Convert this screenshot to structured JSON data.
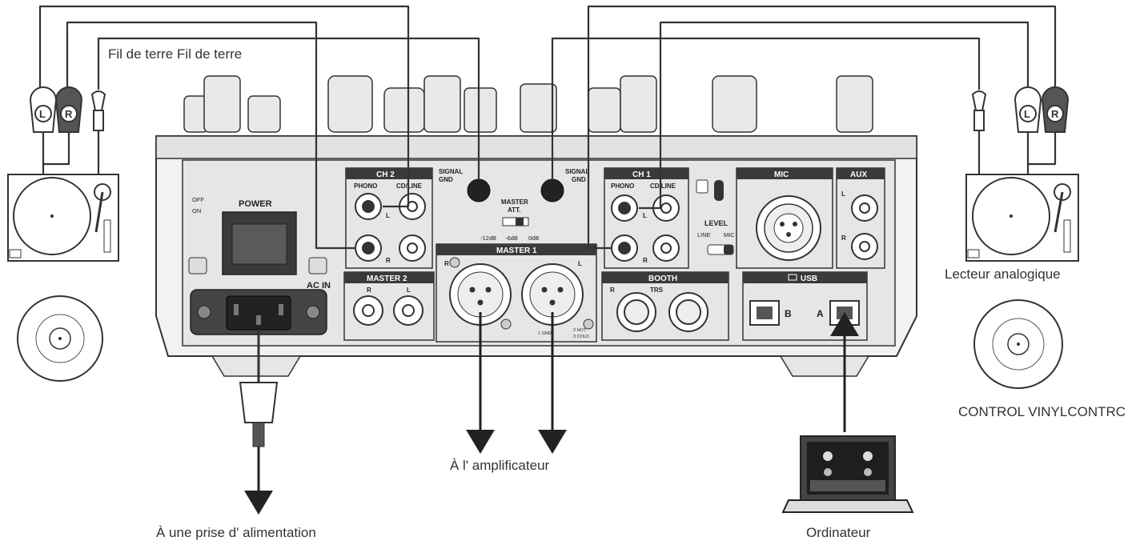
{
  "captions": {
    "ground_wire": "Fil de terre Fil de terre",
    "analog_player": "Lecteur analogique",
    "control_vinyl": "CONTROL VINYLCONTRC",
    "amplifier": "À l' amplificateur",
    "power_outlet": "À une prise d' alimentation",
    "computer": "Ordinateur"
  },
  "mixer": {
    "power_switch": {
      "off": "OFF",
      "on": "ON",
      "label": "POWER"
    },
    "ac_in": "AC IN",
    "ch2": {
      "title": "CH 2",
      "phono": "PHONO",
      "cd_line": "CD/LINE",
      "l": "L",
      "r": "R"
    },
    "ch1": {
      "title": "CH 1",
      "phono": "PHONO",
      "cd_line": "CD/LINE",
      "l": "L",
      "r": "R"
    },
    "signal_gnd_left": {
      "line1": "SIGNAL",
      "line2": "GND"
    },
    "signal_gnd_right": {
      "line1": "SIGNAL",
      "line2": "GND"
    },
    "master_att": {
      "line1": "MASTER",
      "line2": "ATT.",
      "levels": [
        "-12dB",
        "-6dB",
        "0dB"
      ]
    },
    "master1": {
      "title": "MASTER 1",
      "r": "R",
      "l": "L",
      "pins": [
        "1 GND",
        "2 HOT",
        "3 COLD"
      ]
    },
    "master2": {
      "title": "MASTER 2",
      "r": "R",
      "l": "L"
    },
    "booth": {
      "title": "BOOTH",
      "r": "R",
      "trs": "TRS"
    },
    "mic": {
      "title": "MIC",
      "level": "LEVEL",
      "line": "LINE",
      "mic": "MIC"
    },
    "aux": {
      "title": "AUX",
      "l": "L",
      "r": "R"
    },
    "usb": {
      "title": "USB",
      "b": "B",
      "a": "A"
    }
  },
  "plugs": {
    "left": "L",
    "right": "R"
  },
  "colors": {
    "line": "#333333",
    "panel": "#e6e6e6",
    "header": "#3a3a3a",
    "plug_dark": "#555555"
  }
}
